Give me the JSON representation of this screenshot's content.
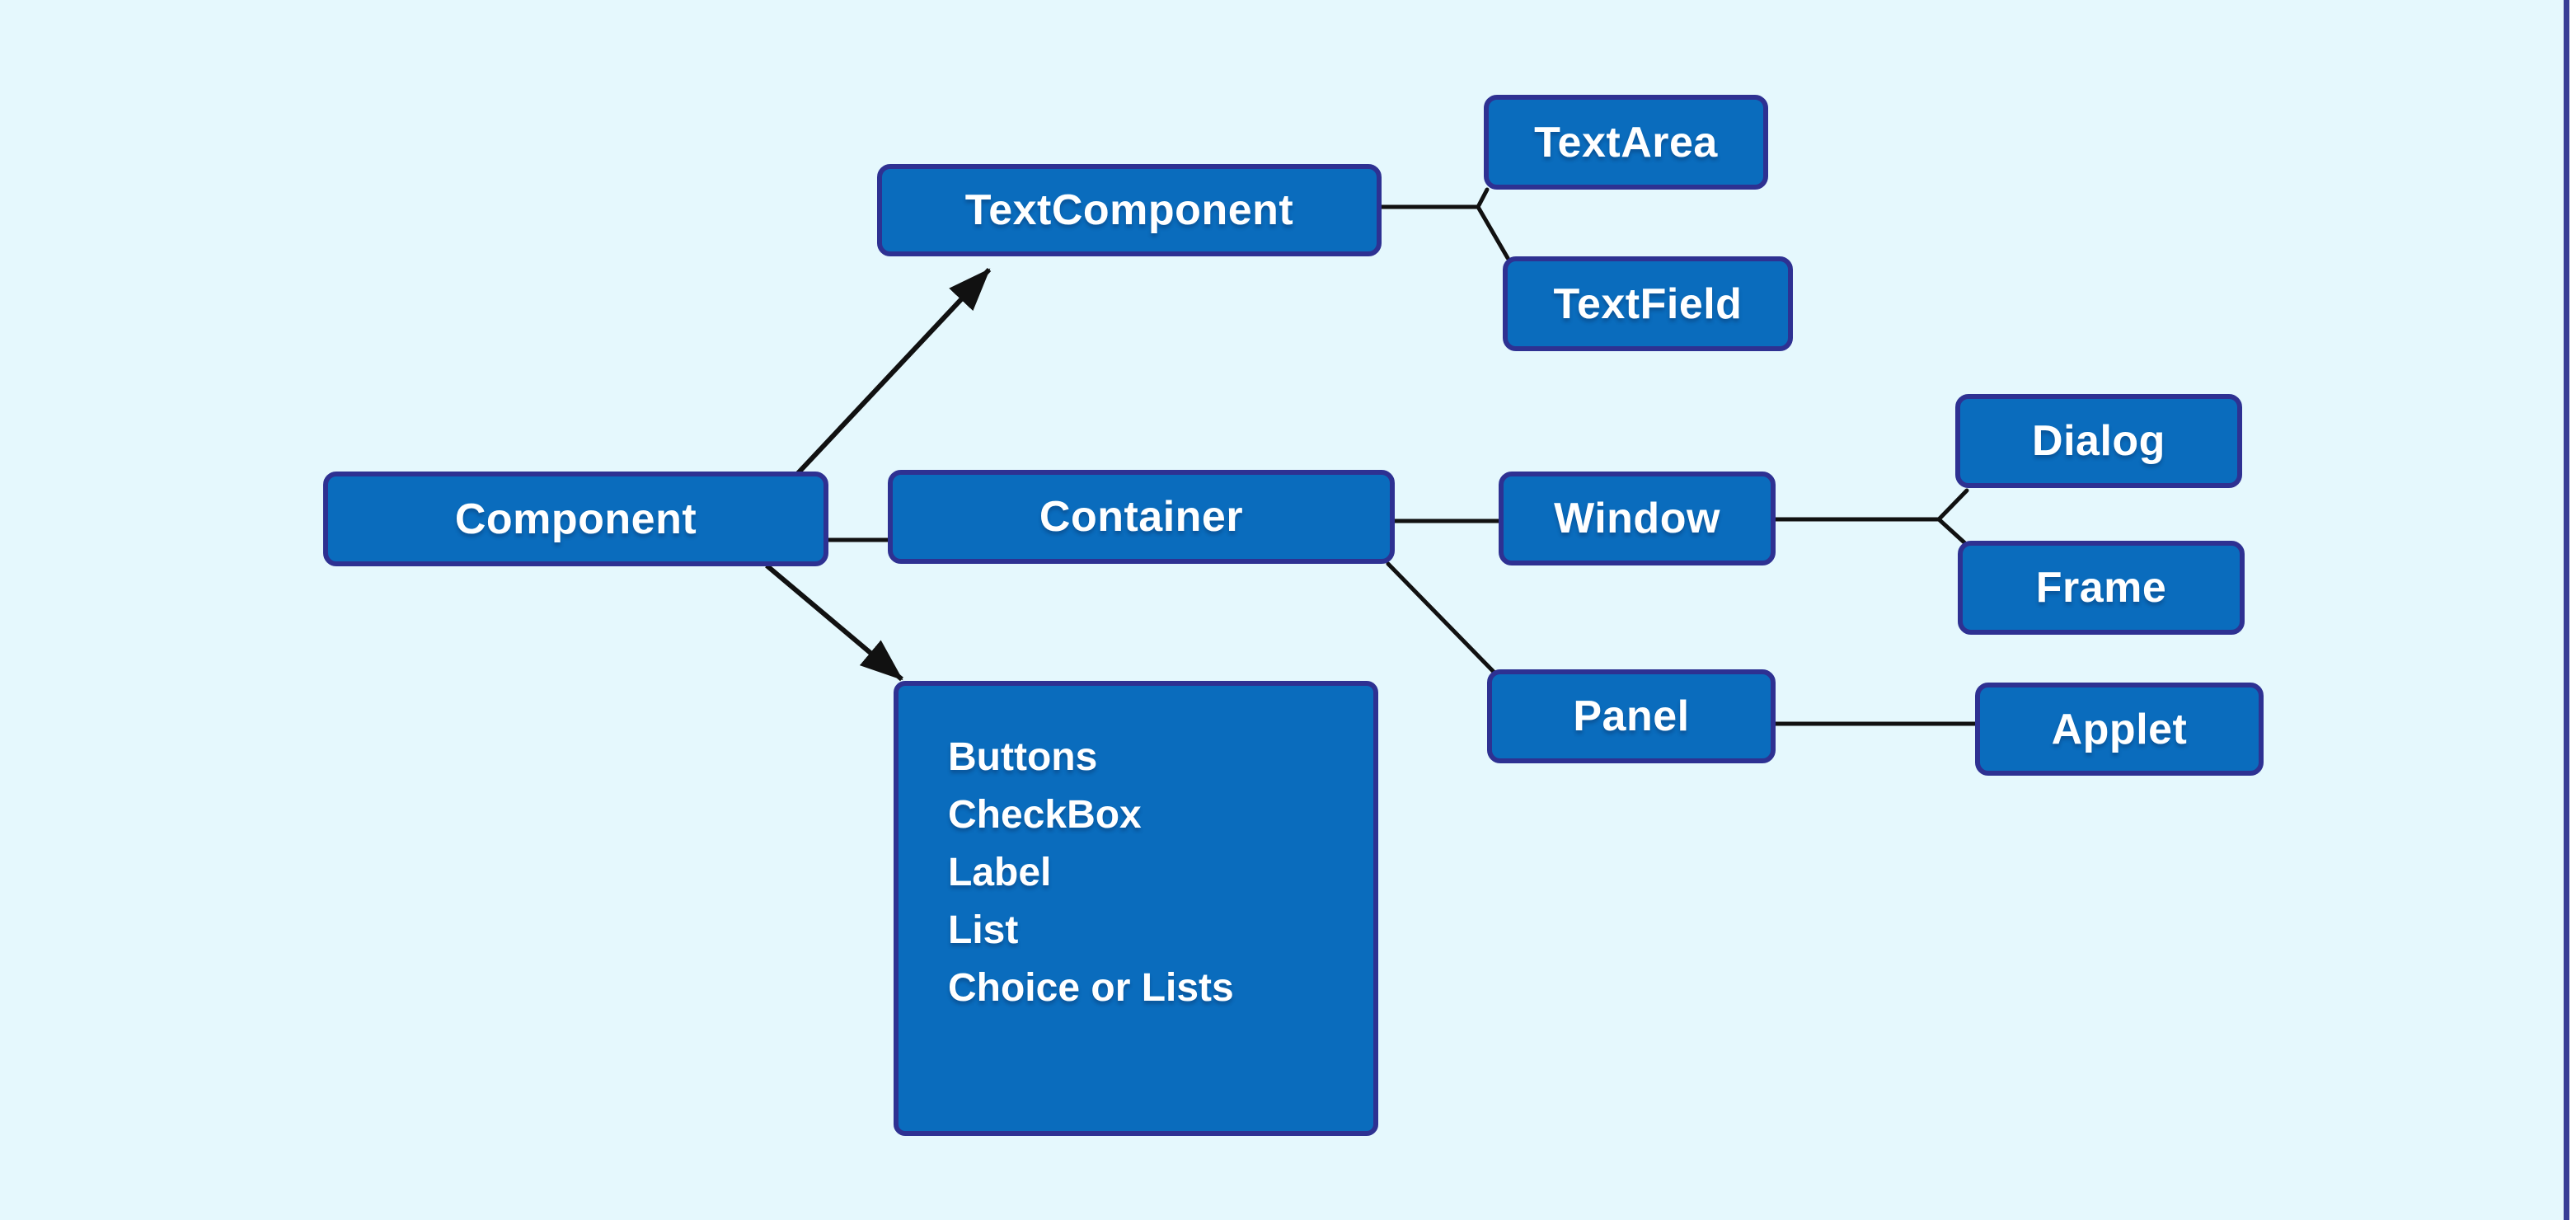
{
  "diagram": {
    "type": "hierarchy",
    "colors": {
      "background": "#e5f8fd",
      "node_fill": "#0a6cbd",
      "node_border": "#2e3192",
      "connector": "#111111",
      "text": "#ffffff",
      "right_edge_strip": "#383e95"
    },
    "nodes": {
      "component": {
        "label": "Component"
      },
      "textcomponent": {
        "label": "TextComponent"
      },
      "textarea": {
        "label": "TextArea"
      },
      "textfield": {
        "label": "TextField"
      },
      "container": {
        "label": "Container"
      },
      "window": {
        "label": "Window"
      },
      "dialog": {
        "label": "Dialog"
      },
      "frame": {
        "label": "Frame"
      },
      "panel": {
        "label": "Panel"
      },
      "applet": {
        "label": "Applet"
      }
    },
    "component_children_list": {
      "items": [
        "Buttons",
        "CheckBox",
        "Label",
        "List",
        "Choice or Lists"
      ]
    },
    "relations": [
      "Component -> TextComponent (arrow)",
      "Component -> Container",
      "Component -> widget list box (arrow)",
      "TextComponent -> TextArea",
      "TextComponent -> TextField",
      "Container -> Window",
      "Container -> Panel",
      "Window -> Dialog",
      "Window -> Frame",
      "Panel -> Applet"
    ]
  }
}
